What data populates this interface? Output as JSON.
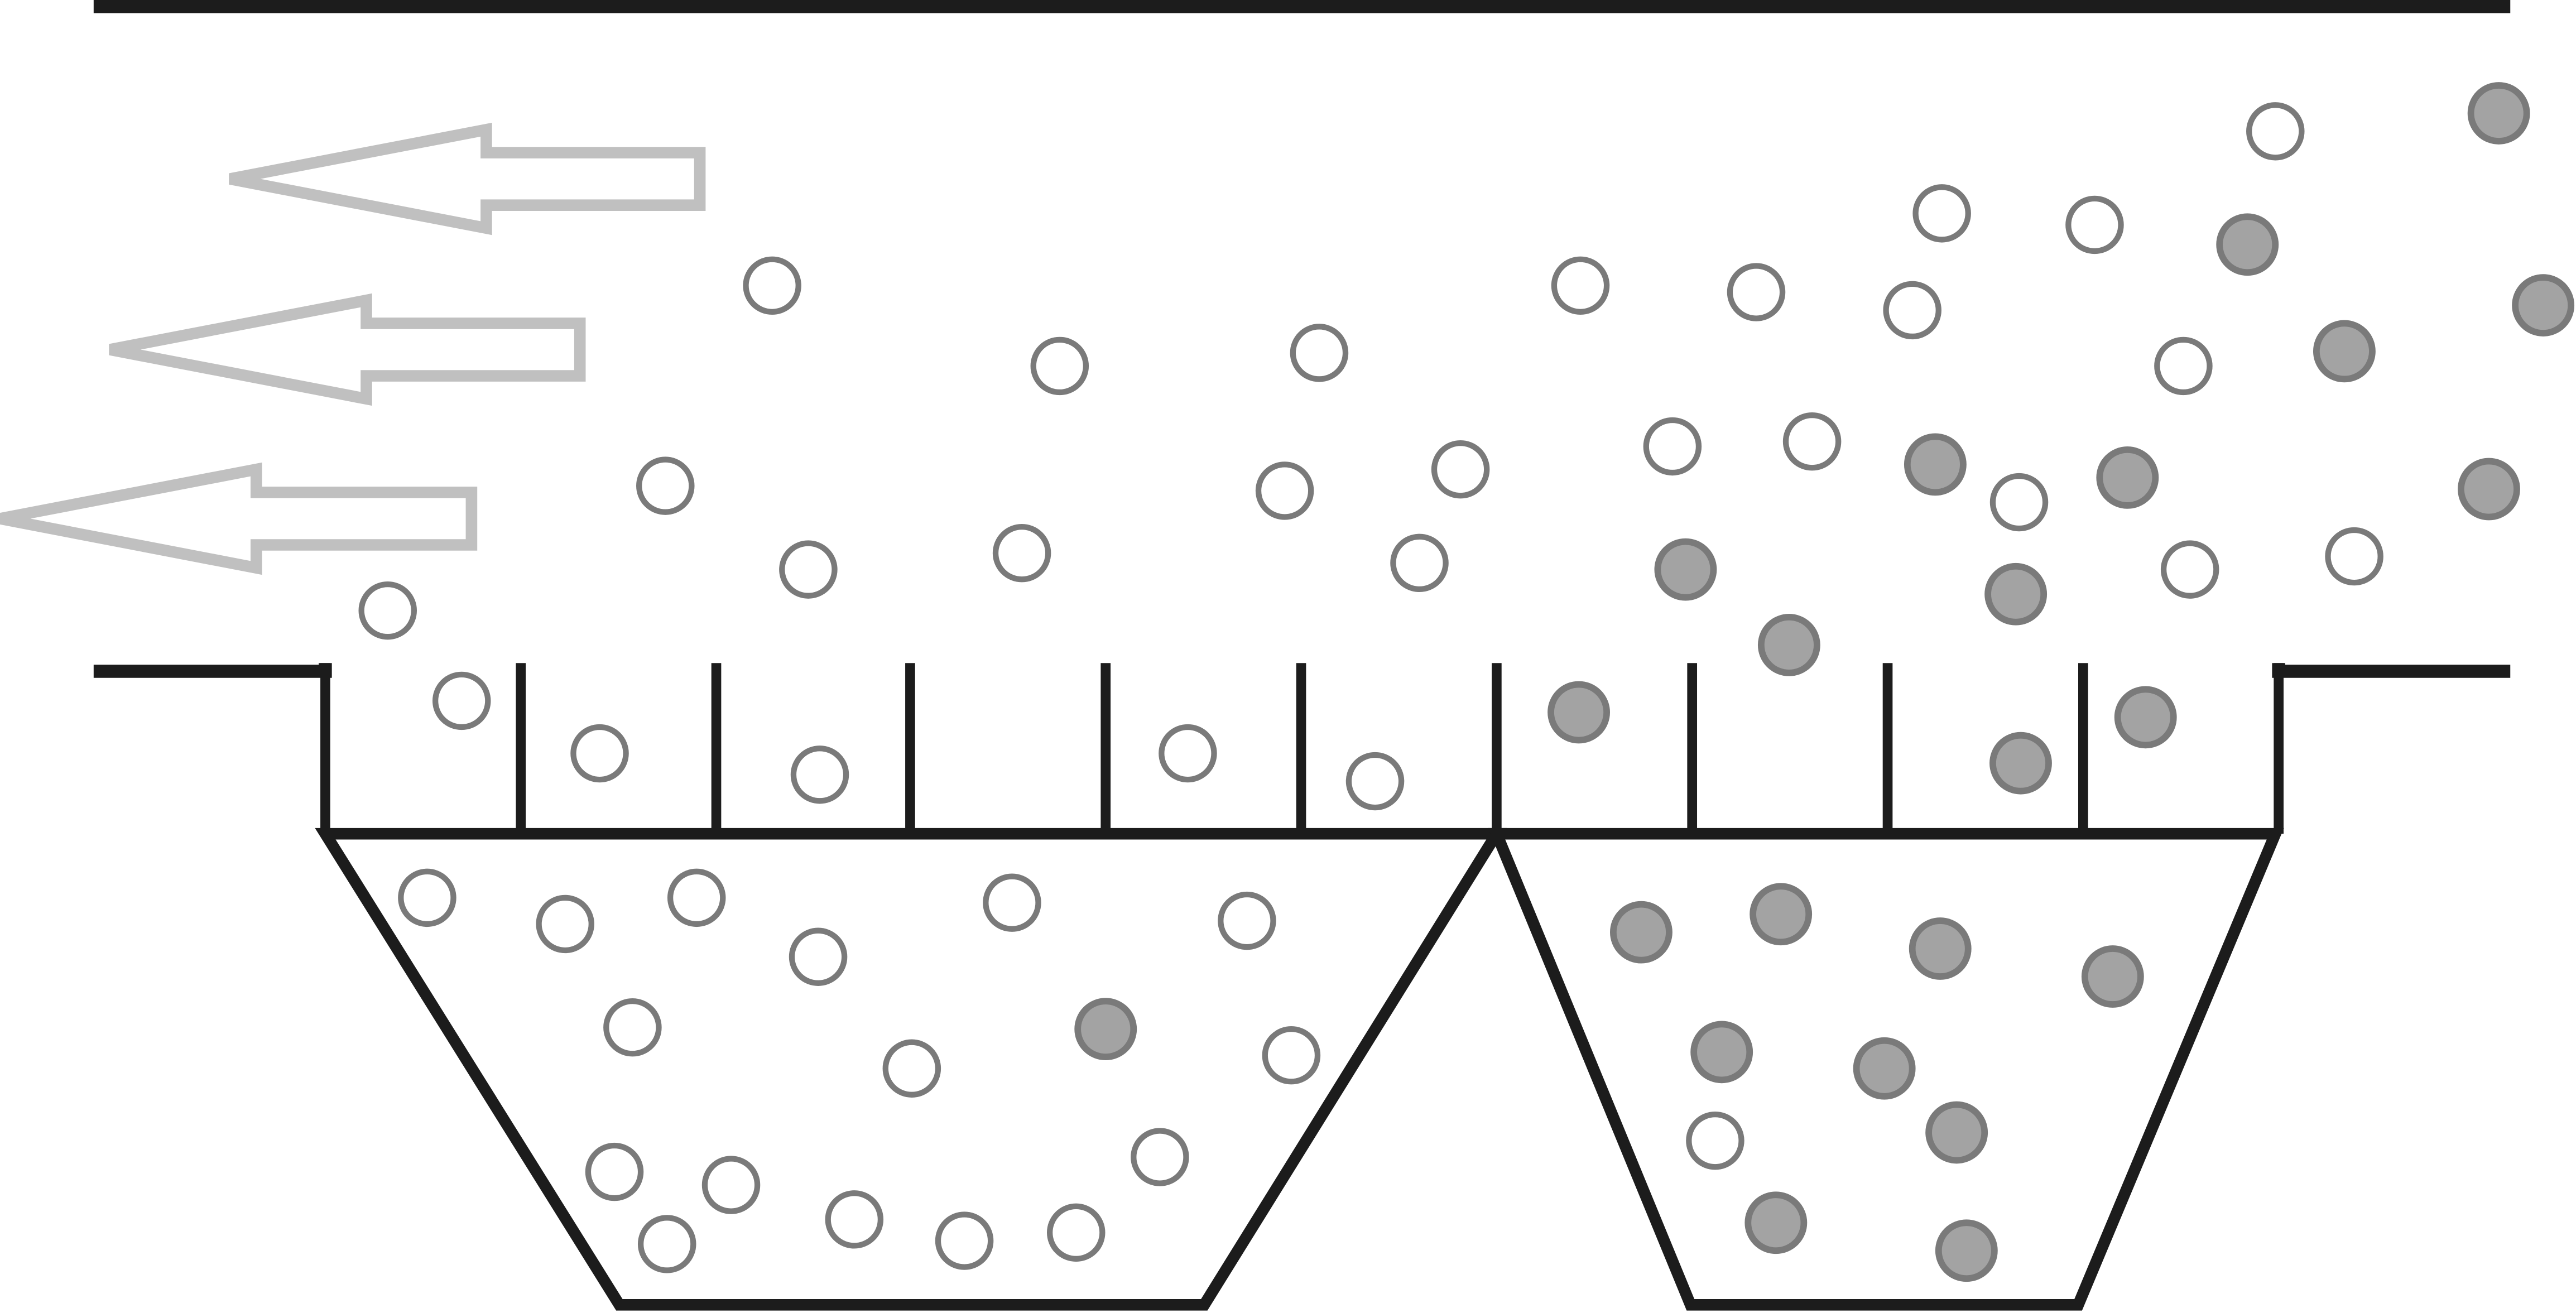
{
  "colors": {
    "background": "#ffffff",
    "wall": "#1c1c1c",
    "arrow_outline": "#c0c0c0",
    "particle_outline": "#7a7a7a",
    "light_particle_fill": "#ffffff",
    "dark_particle_fill": "#a3a3a3"
  },
  "legend_items": [
    {
      "type": "light-particle",
      "fill": "#ffffff"
    },
    {
      "type": "dark-particle",
      "fill": "#a3a3a3"
    }
  ],
  "flow_direction": "left",
  "flow_arrow_count": 3,
  "hopper_count": 2,
  "collector_fin_count": 10
}
